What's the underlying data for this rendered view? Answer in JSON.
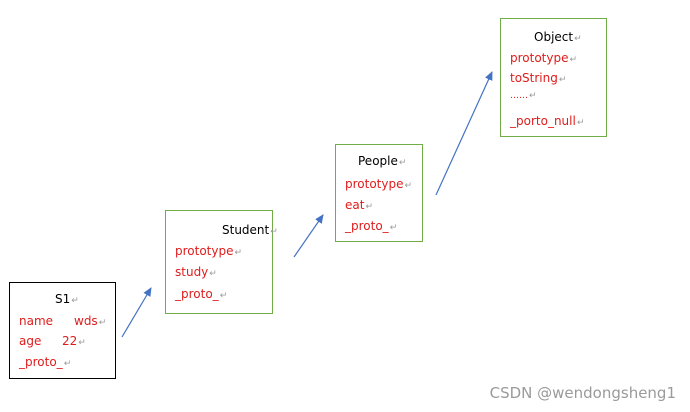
{
  "boxes": {
    "s1": {
      "title": "S1",
      "lines": [
        "name",
        "wds",
        "age",
        "22",
        "_proto_"
      ]
    },
    "student": {
      "title": "Student",
      "lines": [
        "prototype",
        "study",
        "_proto_"
      ]
    },
    "people": {
      "title": "People",
      "lines": [
        "prototype",
        "eat",
        "_proto_"
      ]
    },
    "object": {
      "title": "Object",
      "lines": [
        "prototype",
        "toString",
        "……",
        "_porto_null"
      ]
    }
  },
  "return_mark": "↵",
  "watermark": "CSDN @wendongsheng1",
  "colors": {
    "text_red": "#e01c1c",
    "green_border": "#70ad47",
    "arrow": "#4472c4"
  }
}
